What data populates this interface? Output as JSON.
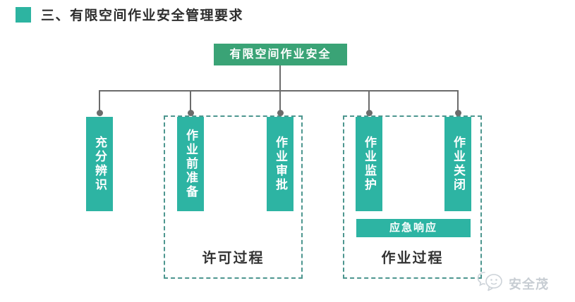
{
  "header": {
    "title": "三、有限空间作业安全管理要求"
  },
  "diagram": {
    "root": {
      "label": "有限空间作业安全"
    },
    "branches": [
      {
        "label": "充分辨识"
      },
      {
        "label": "作业前准备"
      },
      {
        "label": "作业审批"
      },
      {
        "label": "作业监护"
      },
      {
        "label": "作业关闭"
      }
    ],
    "groups": [
      {
        "label": "许可过程",
        "children": [
          "作业前准备",
          "作业审批"
        ]
      },
      {
        "label": "作业过程",
        "children": [
          "作业监护",
          "作业关闭",
          "应急响应"
        ]
      }
    ],
    "emergency": {
      "label": "应急响应"
    }
  },
  "watermark": {
    "text": "安全茂",
    "logo": "chat-bubbles-logo"
  },
  "colors": {
    "root_green": "#3aa376",
    "branch_teal": "#2db4a3",
    "bullet_teal": "#2db4a1",
    "dash_border": "#4d968f",
    "connector_gray": "#6b6b6b",
    "text_dark": "#2e2e2e",
    "watermark_gray": "#c7cdd3"
  }
}
